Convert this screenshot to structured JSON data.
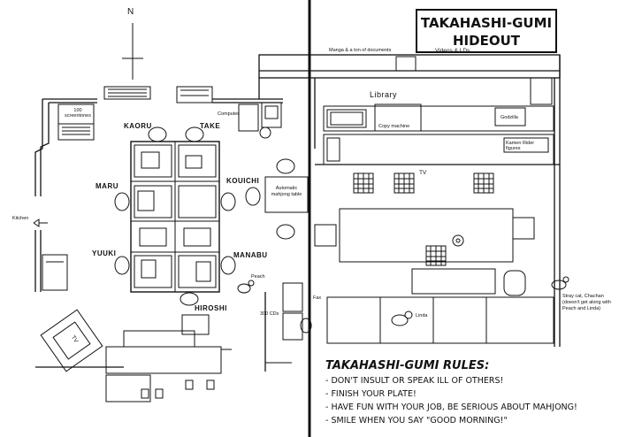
{
  "title": {
    "line1": "TAKAHASHI-GUMI",
    "line2": "HIDEOUT"
  },
  "compass": "N",
  "people": {
    "kaoru": "KAORU",
    "take": "TAKE",
    "maru": "MARU",
    "kouichi": "KOUICHI",
    "yuuki": "YUUKI",
    "manabu": "MANABU",
    "hiroshi": "HIROSHI"
  },
  "labels": {
    "manga": "Manga & a ton of documents",
    "videos": "Videos & LDs",
    "library": "Library",
    "copy_machine": "Copy machine",
    "godzilla": "Godzilla",
    "kamen_rider": "Kamen Rider figures",
    "tv_upper": "TV",
    "tv_lower": "TV",
    "screentones": "100 screentones",
    "computer": "Computer",
    "automatic_table": "Automatic mahjong table",
    "kitchen": "Kitchen",
    "peach": "Peach",
    "cds": "300 CDs",
    "fax": "Fax",
    "linda": "Linda",
    "stray_cat": "Stray cat, Chachan (doesn't get along with Peach and Linda)"
  },
  "rules": {
    "heading": "TAKAHASHI-GUMI RULES:",
    "items": [
      "- DON'T INSULT OR SPEAK ILL OF OTHERS!",
      "- FINISH YOUR PLATE!",
      "- HAVE FUN WITH YOUR JOB, BE SERIOUS ABOUT MAHJONG!",
      "- SMILE WHEN YOU SAY \"GOOD MORNING!\""
    ]
  }
}
